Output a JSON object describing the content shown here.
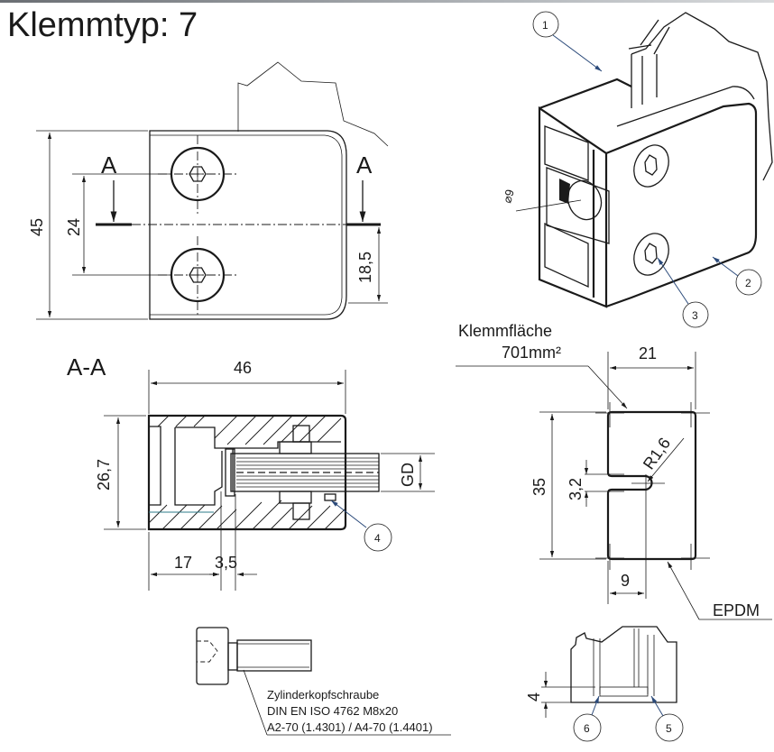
{
  "title": "Klemmtyp: 7",
  "front_view": {
    "section_marker_left": "A",
    "section_marker_right": "A",
    "dim_height_total": "45",
    "dim_hole_spacing": "24",
    "dim_section_offset": "18,5"
  },
  "section_view": {
    "label": "A-A",
    "dim_length": "46",
    "dim_height": "26,7",
    "dim_inner_depth": "17",
    "dim_step": "3,5",
    "dim_glass_thickness": "GD",
    "balloon": "4"
  },
  "iso_view": {
    "diameter_label": "⌀9",
    "balloons": [
      "1",
      "2",
      "3"
    ]
  },
  "clamp_pad": {
    "label_line1": "Klemmfläche",
    "label_line2": "701mm²",
    "dim_width": "21",
    "dim_height": "35",
    "dim_slot": "3,2",
    "dim_radius": "R1,6",
    "dim_slot_depth": "9",
    "material": "EPDM"
  },
  "screw": {
    "line1": "Zylinderkopfschraube",
    "line2": "DIN EN ISO 4762 M8x20",
    "line3": "A2-70 (1.4301) / A4-70 (1.4401)"
  },
  "detail_view": {
    "dim_depth": "4",
    "balloons": [
      "6",
      "5"
    ]
  }
}
